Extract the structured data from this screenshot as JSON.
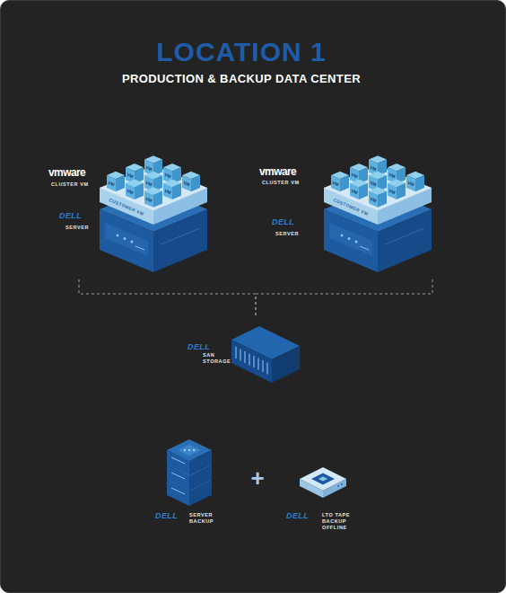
{
  "diagram": {
    "title": "LOCATION 1",
    "nodes": [
      {
        "text": [
          "vmware",
          "CLUSTER VM",
          "DELL",
          "SERVER"
        ]
      },
      {
        "text": [
          "vmware",
          "CLUSTER VM",
          "DELL",
          "SERVER"
        ]
      },
      {
        "text": [
          "DELL",
          "SAN STORAGE"
        ]
      },
      {
        "text": [
          "DELL",
          "SERVER BACKUP"
        ]
      },
      {
        "text": [
          "DELL",
          "LTO TAPE BACKUP OFFLINE"
        ]
      }
    ],
    "edges": [
      {
        "from": 0,
        "to": 2,
        "arrow": "none"
      },
      {
        "from": 1,
        "to": 2,
        "arrow": "none"
      }
    ],
    "labels": [
      "PRODUCTION & BACKUP DATA CENTER",
      "VM",
      "VM",
      "VM",
      "VM",
      "VM",
      "VM",
      "VM",
      "VM",
      "VM",
      "CUSTOMER VM",
      "VM",
      "VM",
      "VM",
      "VM",
      "VM",
      "VM",
      "VM",
      "VM",
      "VM",
      "CUSTOMER VM",
      "+"
    ]
  }
}
